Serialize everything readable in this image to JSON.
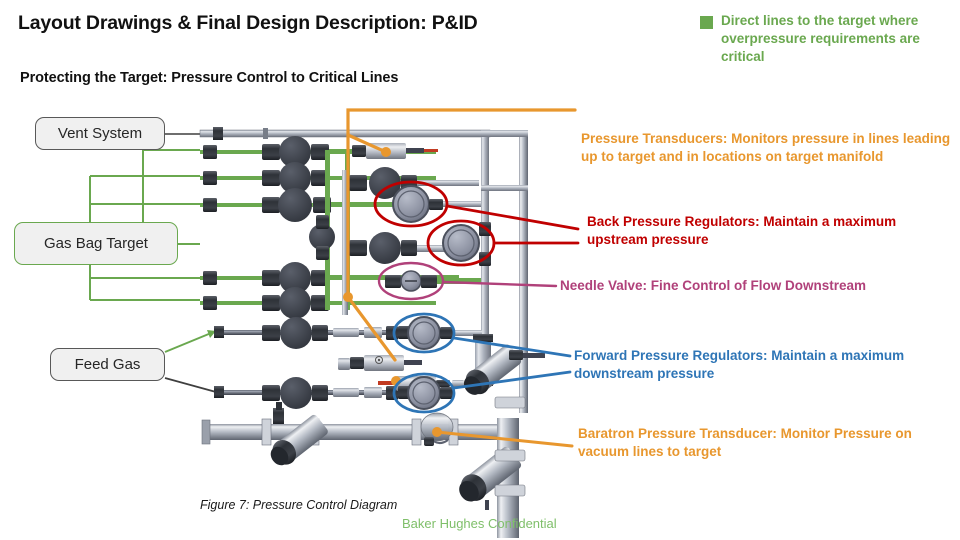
{
  "slide": {
    "title": "Layout Drawings & Final Design Description: P&ID",
    "subtitle": "Protecting the Target: Pressure Control to Critical Lines",
    "figure_caption": "Figure 7: Pressure Control Diagram",
    "confidential_notice": "Baker Hughes Confidential"
  },
  "legend": {
    "swatch_color": "#6aa84f",
    "text": "Direct lines to the target where overpressure requirements are critical"
  },
  "colors": {
    "orange": "#e8972e",
    "red": "#c00000",
    "magenta": "#b0417a",
    "blue": "#2e75b6",
    "green": "#6aa84f",
    "gray_line": "#595959",
    "pipe_dark": "#3f4350",
    "pipe_light": "#b9bec9"
  },
  "nodes": [
    {
      "id": "vent-system",
      "label": "Vent System",
      "border_color": "#585858"
    },
    {
      "id": "gas-bag-target",
      "label": "Gas Bag Target",
      "border_color": "#6aa84f"
    },
    {
      "id": "feed-gas",
      "label": "Feed Gas",
      "border_color": "#585858"
    }
  ],
  "callouts": [
    {
      "id": "pressure-transducers",
      "text": "Pressure Transducers: Monitors pressure in lines leading up to target and in locations on target manifold",
      "color": "#e8972e"
    },
    {
      "id": "back-pressure-regulators",
      "text": "Back Pressure Regulators: Maintain a maximum upstream pressure",
      "color": "#c00000"
    },
    {
      "id": "needle-valve",
      "text": "Needle Valve: Fine Control of Flow Downstream",
      "color": "#b0417a"
    },
    {
      "id": "forward-pressure-regulators",
      "text": "Forward Pressure Regulators: Maintain a maximum downstream pressure",
      "color": "#2e75b6"
    },
    {
      "id": "baratron-pressure-transducer",
      "text": "Baratron Pressure Transducer: Monitor Pressure on vacuum lines to target",
      "color": "#e8972e"
    }
  ]
}
